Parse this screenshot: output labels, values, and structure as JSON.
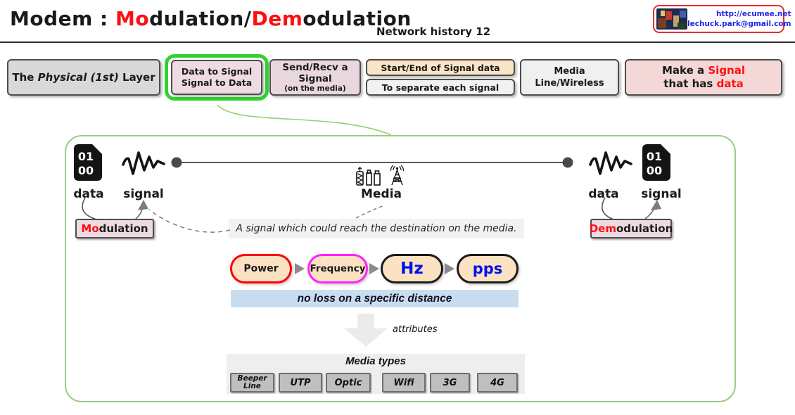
{
  "header": {
    "title": {
      "p1": "Modem : ",
      "p2": "Mo",
      "p3": "dulation/",
      "p4": "Dem",
      "p5": "odulation"
    },
    "subtitle": "Network history 12",
    "contact": {
      "url": "http://ecumee.net",
      "email": "lechuck.park@gmail.com"
    }
  },
  "topics": {
    "physical_layer": {
      "pre": "The ",
      "italic": "Physical (1st)",
      "post": " Layer"
    },
    "data_signal": {
      "line1": "Data to Signal",
      "line2": "Signal to Data"
    },
    "send_recv": {
      "line1": "Send/Recv a Signal",
      "line2": "(on the media)"
    },
    "start_end": {
      "label": "Start/End of Signal data"
    },
    "separate": {
      "label": "To separate each signal"
    },
    "media": {
      "line1": "Media",
      "line2": "Line/Wireless"
    },
    "make_signal": {
      "l1a": "Make a ",
      "l1b": "Signal",
      "l2a": "that has ",
      "l2b": "data"
    }
  },
  "diagram": {
    "binary_icon": {
      "line1": "01",
      "line2": "00"
    },
    "left": {
      "data_label": "data",
      "signal_label": "signal"
    },
    "right": {
      "data_label": "data",
      "signal_label": "signal"
    },
    "media_label": "Media",
    "modulation": {
      "red": "Mo",
      "rest": "dulation"
    },
    "demodulation": {
      "red": "Dem",
      "rest": "odulation"
    },
    "note": "A signal which could reach the destination on the media.",
    "badges": [
      {
        "name": "power",
        "label": "Power",
        "border": "#ff0000"
      },
      {
        "name": "frequency",
        "label": "Frequency",
        "border": "#ff22ff"
      },
      {
        "name": "hz",
        "label": "Hz",
        "border": "#1a1a1a",
        "text_color": "#0011ee"
      },
      {
        "name": "pps",
        "label": "pps",
        "border": "#1a1a1a",
        "text_color": "#0011ee"
      }
    ],
    "banner": "no loss on a specific distance",
    "attributes_label": "attributes",
    "media_types": {
      "title": "Media types",
      "items": [
        "Beeper\nLine",
        "UTP",
        "Optic",
        "Wifi",
        "3G",
        "4G"
      ]
    }
  },
  "colors": {
    "accent_red": "#ff0f0f",
    "highlight_green": "#2ed32e",
    "container_green": "#9bcd85",
    "link_blue": "#2323e8",
    "value_blue": "#0011ee",
    "banner_bg": "#c9ddf0"
  }
}
